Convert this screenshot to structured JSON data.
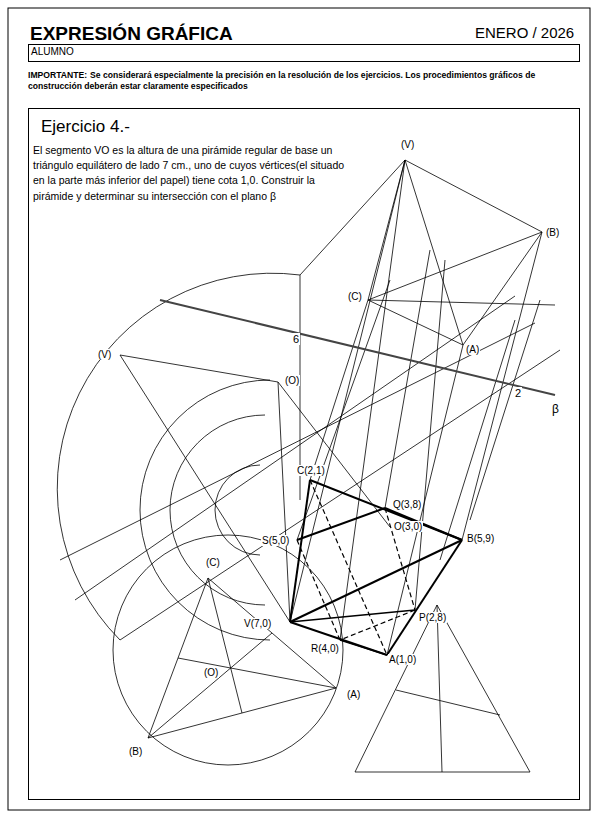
{
  "diagram": {
    "title": "EXPRESIÓN GRÁFICA",
    "nodes": [
      {
        "text": [
          "ALUMNO"
        ]
      },
      {
        "text": [
          "Ejercicio 4.-",
          "El segmento VO es la altura de una pirámide regular de base un triángulo equilátero de lado 7 cm., uno de cuyos vértices(el situado en la parte más inferior del papel) tiene cota 1,0. Construir la pirámide y determinar su intersección con el plano β"
        ]
      }
    ],
    "labels": [
      "ENERO / 2026",
      "IMPORTANTE:",
      "Se considerará especialmente la precisión en la resolución de los ejercicios. Los procedimientos gráficos de construcción deberán estar claramente especificados",
      "(V)",
      "(B)",
      "(C)",
      "(A)",
      "6",
      "2",
      "β",
      "(V)",
      "(O)",
      "C(2,1)",
      "Q(3,8)",
      "B(5,9)",
      "O(3,0)",
      "S(5,0)",
      "(C)",
      "P(2,8)",
      "V(7,0)",
      "R(4,0)",
      "A(1,0)",
      "(O)",
      "(A)",
      "(B)"
    ]
  }
}
